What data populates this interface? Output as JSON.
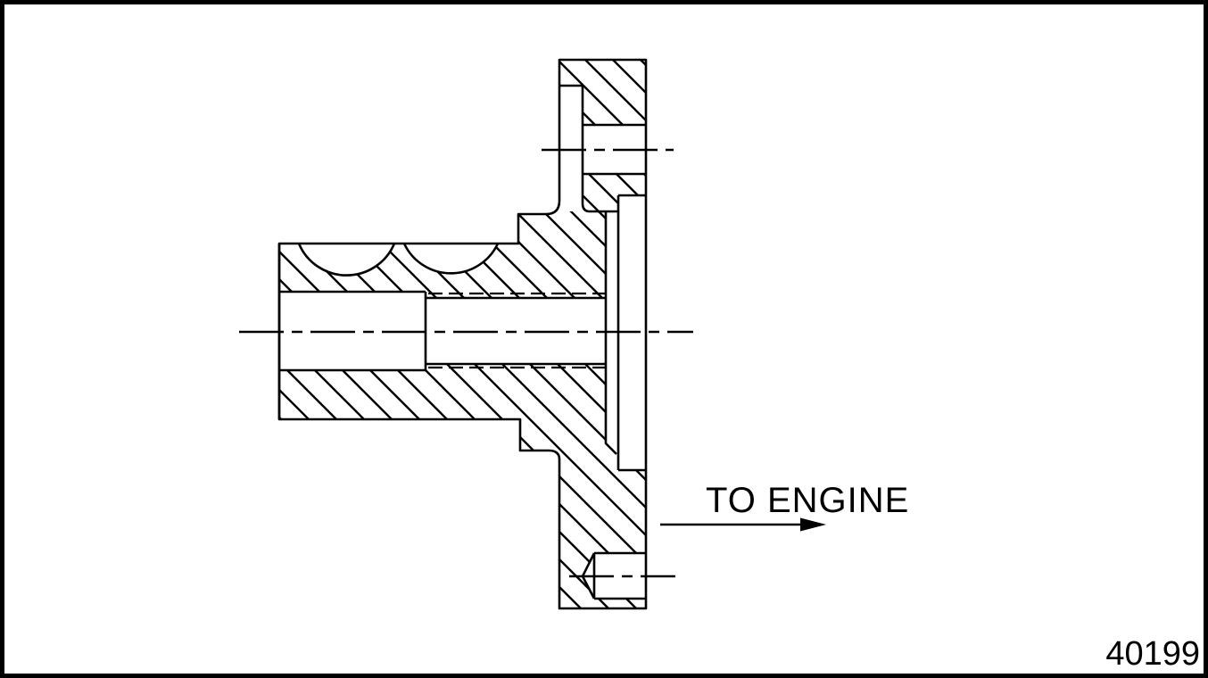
{
  "figure": {
    "arrow_label": "TO ENGINE",
    "figure_number": "40199"
  },
  "drawing": {
    "description_icons": "cross-section-hatched-technical-drawing",
    "line_color": "#000000",
    "background_color": "#ffffff"
  }
}
